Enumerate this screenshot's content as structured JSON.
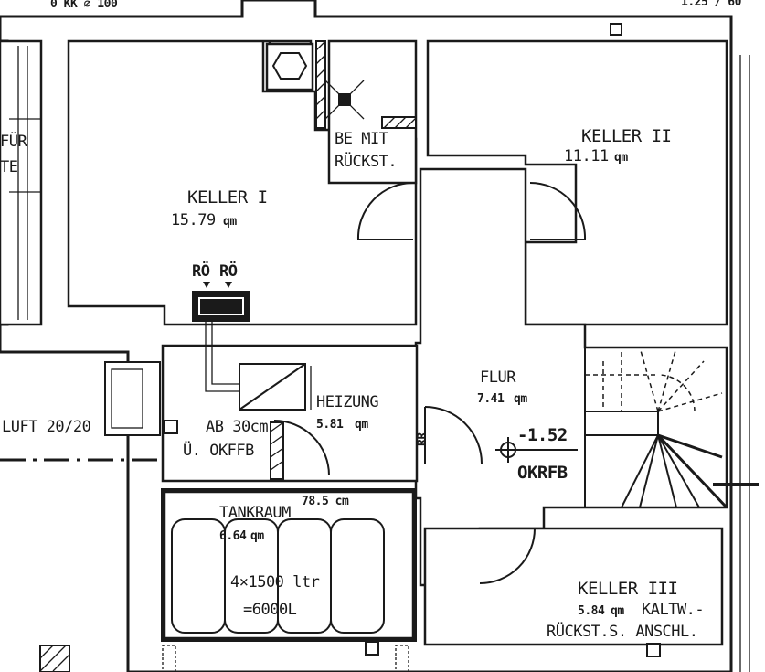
{
  "header": {
    "scale_note": "0 KK ⌀ 100",
    "corner_note": "1.25 / 60"
  },
  "rooms": {
    "keller1": {
      "name": "KELLER I",
      "area": "15.79"
    },
    "keller2": {
      "name": "KELLER II",
      "area": "11.11"
    },
    "keller3": {
      "name": "KELLER III",
      "area": "5.84",
      "note1": "KALTW.-",
      "note2": "RÜCKST.S. ANSCHL."
    },
    "be": {
      "line1": "BE MIT",
      "line2": "RÜCKST."
    },
    "heizung": {
      "name": "HEIZUNG",
      "area": "5.81"
    },
    "flur": {
      "name": "FLUR",
      "area": "7.41"
    },
    "tankraum": {
      "name": "TANKRAUM",
      "area": "6.64",
      "dim": "78.5 cm"
    },
    "left_room": {
      "line1": "FÜR",
      "line2": "TE"
    }
  },
  "pipes": {
    "label1": "RÖ",
    "label2": "RÖ"
  },
  "exhaust": {
    "line1": "AB 30cm",
    "line2": "Ü. OKFFB"
  },
  "air": {
    "label": "LUFT 20/20"
  },
  "tanks": {
    "line1": "4×1500 ltr",
    "line2": "=6000L"
  },
  "level": {
    "value": "-1.52",
    "ref": "OKRFB"
  },
  "door_label": "RR",
  "units": {
    "sqm": "qm"
  }
}
